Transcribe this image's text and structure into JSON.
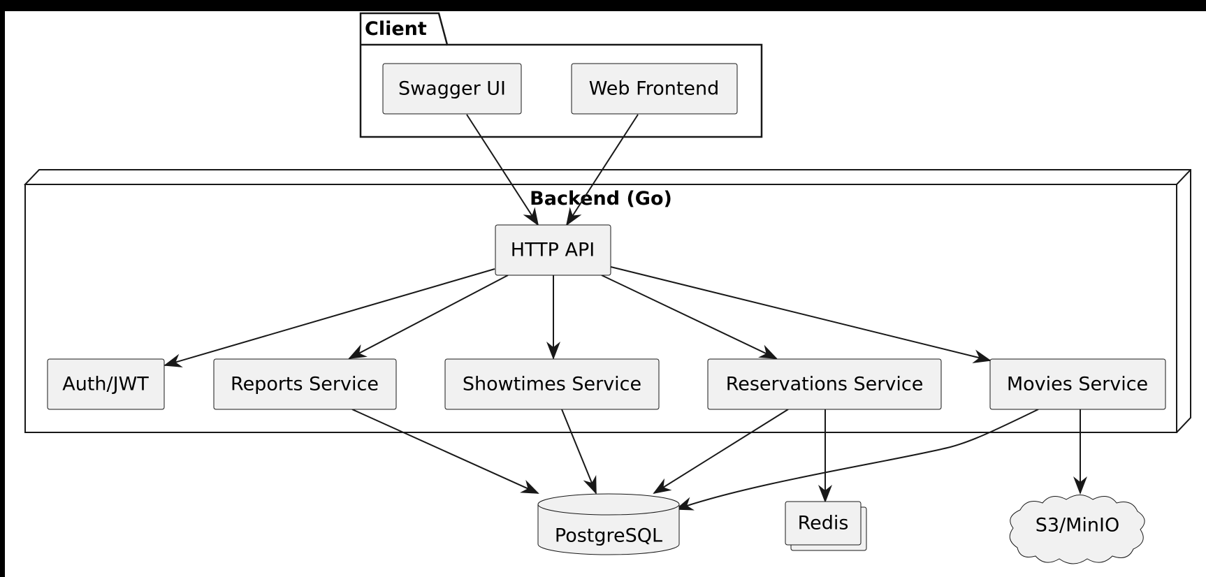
{
  "groups": {
    "client": {
      "title": "Client"
    },
    "backend": {
      "title": "Backend (Go)"
    }
  },
  "nodes": {
    "swagger_ui": "Swagger UI",
    "web_frontend": "Web Frontend",
    "http_api": "HTTP API",
    "auth_jwt": "Auth/JWT",
    "reports_service": "Reports Service",
    "showtimes_service": "Showtimes Service",
    "reservations_service": "Reservations Service",
    "movies_service": "Movies Service",
    "postgresql": "PostgreSQL",
    "redis": "Redis",
    "s3_minio": "S3/MinIO"
  },
  "edges": [
    {
      "from": "swagger_ui",
      "to": "http_api"
    },
    {
      "from": "web_frontend",
      "to": "http_api"
    },
    {
      "from": "http_api",
      "to": "auth_jwt"
    },
    {
      "from": "http_api",
      "to": "reports_service"
    },
    {
      "from": "http_api",
      "to": "showtimes_service"
    },
    {
      "from": "http_api",
      "to": "reservations_service"
    },
    {
      "from": "http_api",
      "to": "movies_service"
    },
    {
      "from": "reports_service",
      "to": "postgresql"
    },
    {
      "from": "showtimes_service",
      "to": "postgresql"
    },
    {
      "from": "reservations_service",
      "to": "postgresql"
    },
    {
      "from": "reservations_service",
      "to": "redis"
    },
    {
      "from": "movies_service",
      "to": "postgresql"
    },
    {
      "from": "movies_service",
      "to": "s3_minio"
    }
  ],
  "colors": {
    "background": "#ffffff",
    "frame": "#000000",
    "node_fill": "#f1f1f1",
    "stroke": "#181818"
  }
}
